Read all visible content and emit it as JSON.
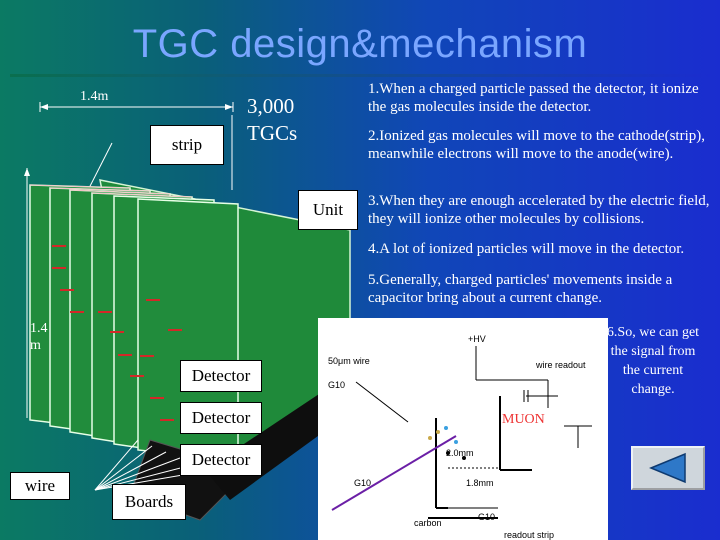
{
  "title": "TGC design&mechanism",
  "left": {
    "dim_top": "1.4m",
    "strip_label": "strip",
    "count_label": "3,000\nTGCs",
    "unit_label": "Unit",
    "dim_side": "1.4\nm",
    "detector_labels": [
      "Detector",
      "Detector",
      "Detector"
    ],
    "wire_label": "wire",
    "boards_label": "Boards"
  },
  "points": [
    "1.When a charged particle passed the detector, it ionize the gas molecules inside the detector.",
    "2.Ionized gas molecules will move to the cathode(strip), meanwhile electrons will move to the anode(wire).",
    "3.When they are enough accelerated by the electric field, they will ionize other molecules by collisions.",
    "4.A lot of ionized particles will move in the detector.",
    "5.Generally, charged particles' movements inside a capacitor bring about a current change.",
    "6.So, we can get the signal from the current change."
  ],
  "diagram": {
    "hv": "+HV",
    "wire_50um": "50μm wire",
    "wire_readout": "wire readout",
    "g10_top": "G10",
    "dim_2": "2.0mm",
    "dim_18": "1.8mm",
    "g10_left": "G10",
    "g10_right": "G10",
    "carbon": "carbon",
    "readout_strip": "readout strip",
    "muon": "MUON"
  },
  "colors": {
    "background_left": "#0b7a63",
    "background_right": "#1a2dcf",
    "title": "#7aa6ff",
    "detector_green": "#1f8a3a",
    "muon_red": "#e33333"
  },
  "nav": {
    "icon": "arrow-left-icon"
  }
}
